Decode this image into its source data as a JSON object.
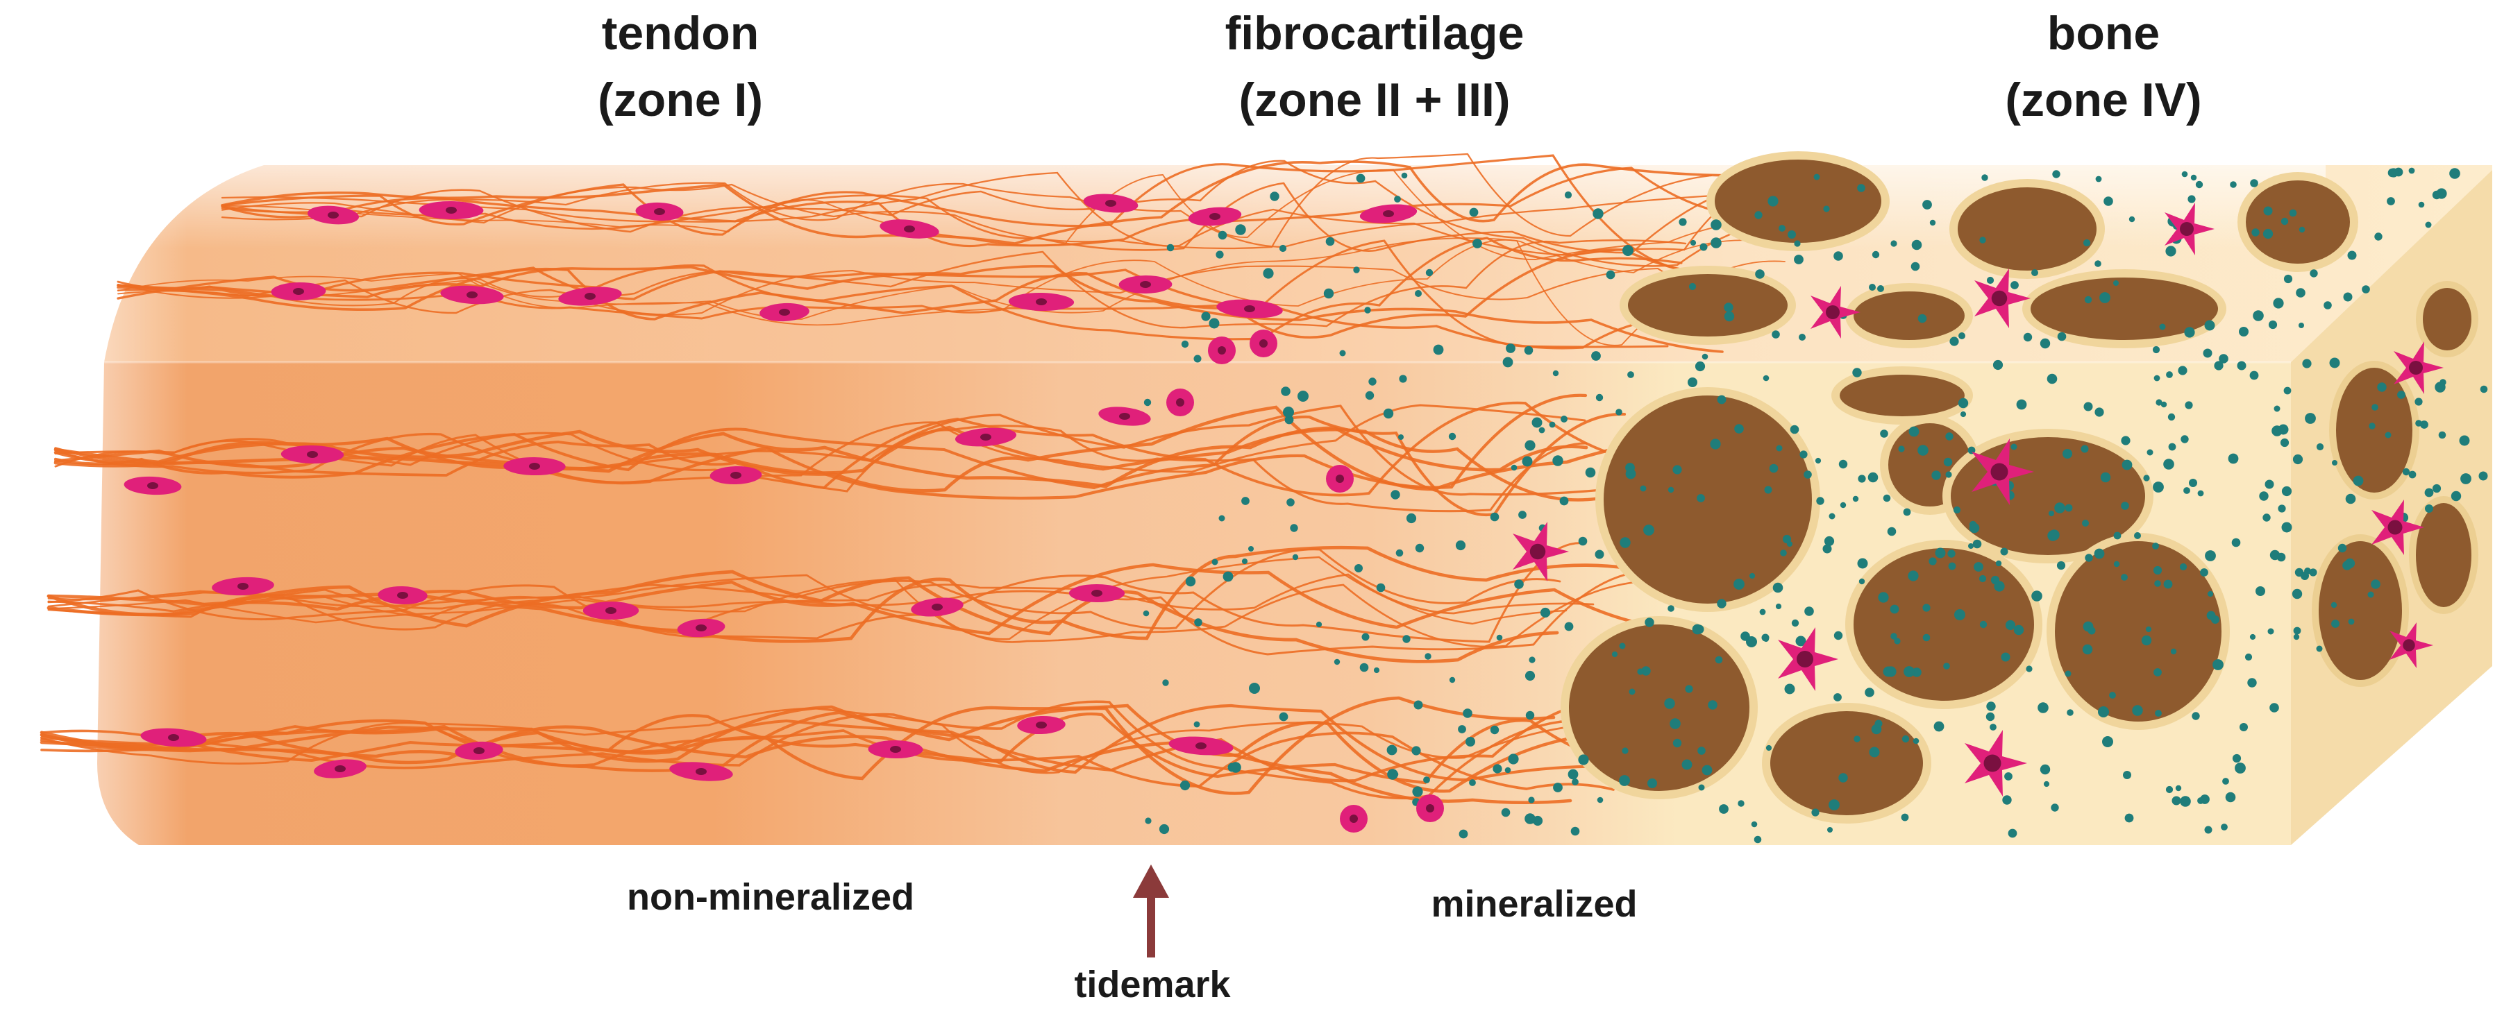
{
  "zones": [
    {
      "name": "tendon",
      "zone": "(zone I)"
    },
    {
      "name": "fibrocartilage",
      "zone": "(zone II + III)"
    },
    {
      "name": "bone",
      "zone": "(zone IV)"
    }
  ],
  "labels": {
    "non_mineralized": "non-mineralized",
    "mineralized": "mineralized",
    "tidemark": "tidemark"
  },
  "colors": {
    "tendon": "#f2a46b",
    "fibrocartilage": "#f9cfa8",
    "bone_matrix": "#fbe9c1",
    "bone_pore": "#8e5a2e",
    "collagen_fiber": "#ec6d24",
    "cell": "#e0207a",
    "mineral": "#1f7d7a",
    "arrow": "#8b3a3a"
  }
}
